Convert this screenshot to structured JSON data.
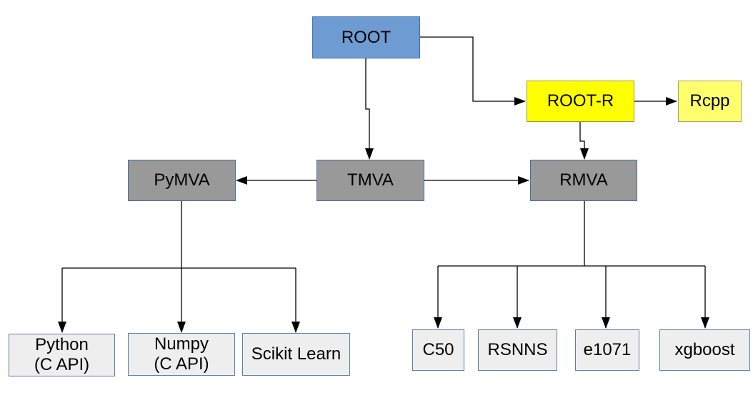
{
  "nodes": {
    "root": "ROOT",
    "root_r": "ROOT-R",
    "rcpp": "Rcpp",
    "tmva": "TMVA",
    "pymva": "PyMVA",
    "rmva": "RMVA",
    "python": "Python\n(C API)",
    "numpy": "Numpy\n(C API)",
    "scikit": "Scikit Learn",
    "c50": "C50",
    "rsnns": "RSNNS",
    "e1071": "e1071",
    "xgboost": "xgboost"
  },
  "colors": {
    "root": "#6d9bd2",
    "root_r": "#ffff00",
    "rcpp": "#ffff6e",
    "framework": "#999999",
    "library": "#eeeeee",
    "line": "#000000"
  },
  "edges": [
    {
      "from": "ROOT",
      "to": "ROOT-R"
    },
    {
      "from": "ROOT",
      "to": "TMVA"
    },
    {
      "from": "ROOT-R",
      "to": "Rcpp"
    },
    {
      "from": "ROOT-R",
      "to": "RMVA"
    },
    {
      "from": "TMVA",
      "to": "PyMVA"
    },
    {
      "from": "TMVA",
      "to": "RMVA"
    },
    {
      "from": "PyMVA",
      "to": "Python (C API)"
    },
    {
      "from": "PyMVA",
      "to": "Numpy (C API)"
    },
    {
      "from": "PyMVA",
      "to": "Scikit Learn"
    },
    {
      "from": "RMVA",
      "to": "C50"
    },
    {
      "from": "RMVA",
      "to": "RSNNS"
    },
    {
      "from": "RMVA",
      "to": "e1071"
    },
    {
      "from": "RMVA",
      "to": "xgboost"
    }
  ]
}
